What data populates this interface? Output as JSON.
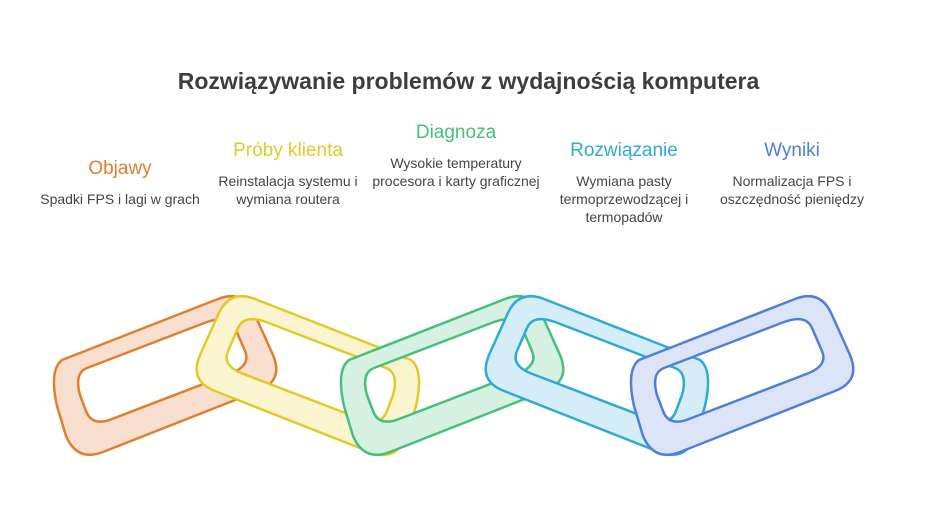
{
  "title": "Rozwiązywanie problemów z wydajnością komputera",
  "stages": [
    {
      "heading": "Objawy",
      "description": "Spadki FPS i lagi w grach",
      "color": "#e07f2e",
      "fill": "#f8dfcf"
    },
    {
      "heading": "Próby klienta",
      "description": "Reinstalacja systemu i wymiana routera",
      "color": "#e3c928",
      "fill": "#fbf5cf"
    },
    {
      "heading": "Diagnoza",
      "description": "Wysokie temperatury procesora i karty graficznej",
      "color": "#45c07a",
      "fill": "#d6f1e2"
    },
    {
      "heading": "Rozwiązanie",
      "description": "Wymiana pasty termoprzewodzącej i termopadów",
      "color": "#2ea9d8",
      "fill": "#d4edf8"
    },
    {
      "heading": "Wyniki",
      "description": "Normalizacja FPS i oszczędność pieniędzy",
      "color": "#4f7fdc",
      "fill": "#dce5f8"
    }
  ]
}
